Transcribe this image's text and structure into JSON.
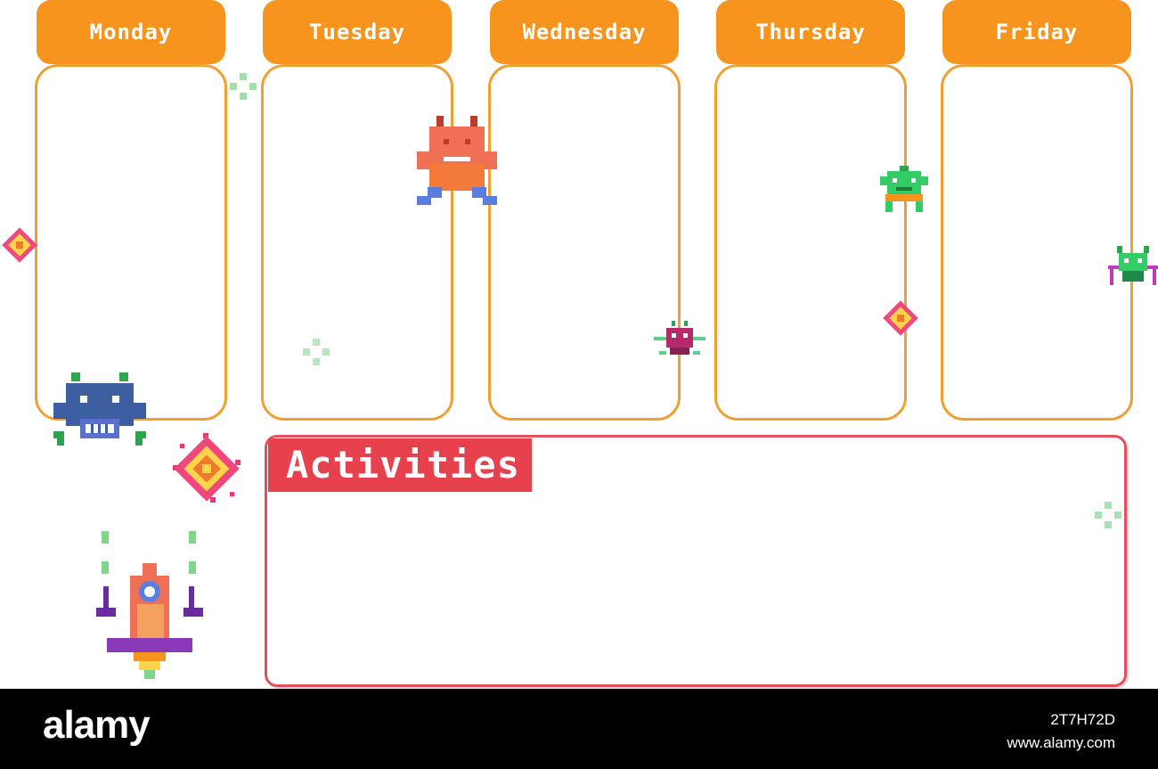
{
  "days": [
    "Monday",
    "Tuesday",
    "Wednesday",
    "Thursday",
    "Friday"
  ],
  "activities": {
    "title": "Activities"
  },
  "colors": {
    "header": "#f7941d",
    "day_border": "#f0a030",
    "activities_border": "#e4505c",
    "activities_header": "#e8414e"
  },
  "footer": {
    "logo": "alamy",
    "image_id": "2T7H72D",
    "url": "www.alamy.com"
  }
}
